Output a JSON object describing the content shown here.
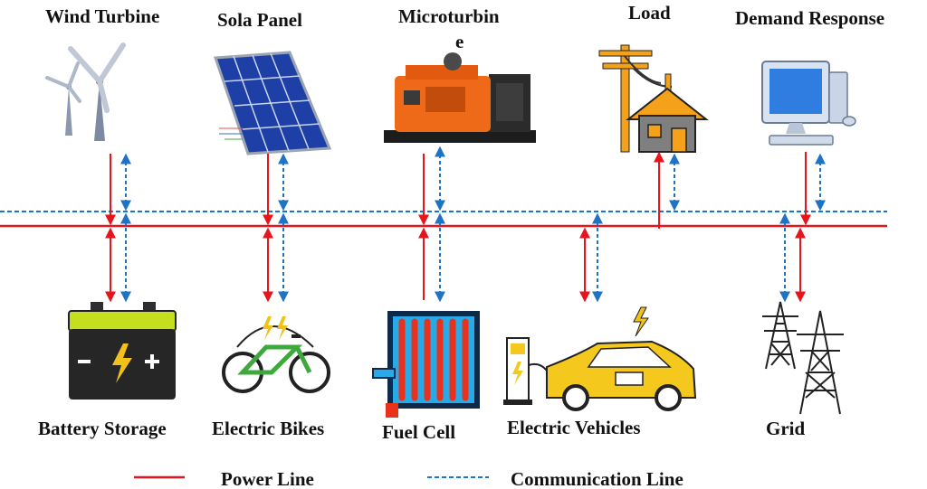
{
  "top_components": [
    {
      "id": "wind",
      "label": "Wind Turbine",
      "icon": "wind-turbine-icon"
    },
    {
      "id": "solar",
      "label": "Sola Panel",
      "icon": "solar-panel-icon"
    },
    {
      "id": "micro",
      "label_line1": "Microturbin",
      "label_line2": "e",
      "icon": "microturbine-generator-icon"
    },
    {
      "id": "load",
      "label": "Load",
      "icon": "house-load-icon"
    },
    {
      "id": "dr",
      "label": "Demand Response",
      "icon": "computer-icon"
    }
  ],
  "bottom_components": [
    {
      "id": "battery",
      "label": "Battery Storage",
      "icon": "battery-icon"
    },
    {
      "id": "ebike",
      "label": "Electric Bikes",
      "icon": "electric-bike-icon"
    },
    {
      "id": "fuelcell",
      "label": "Fuel Cell",
      "icon": "fuel-cell-icon"
    },
    {
      "id": "ev",
      "label": "Electric Vehicles",
      "icon": "electric-car-icon"
    },
    {
      "id": "grid",
      "label": "Grid",
      "icon": "transmission-tower-icon"
    }
  ],
  "legend": {
    "power_line": "Power Line",
    "communication_line": "Communication Line"
  },
  "colors": {
    "power": "#e8141c",
    "communication": "#1f73c4"
  }
}
